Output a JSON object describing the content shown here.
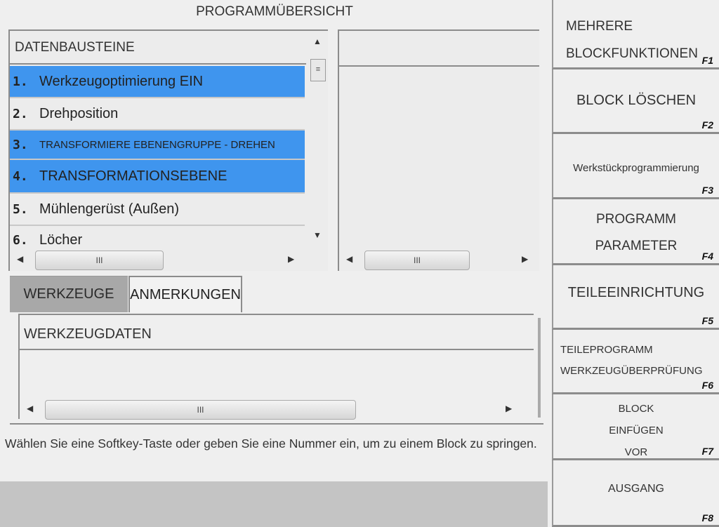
{
  "title": "PROGRAMMÜBERSICHT",
  "blocks_header": "DATENBAUSTEINE",
  "blocks": [
    {
      "num": "1.",
      "label": "Werkzeugoptimierung EIN",
      "selected": true
    },
    {
      "num": "2.",
      "label": "Drehposition",
      "selected": false
    },
    {
      "num": "3.",
      "label": "TRANSFORMIERE EBENENGRUPPE - DREHEN",
      "selected": true
    },
    {
      "num": "4.",
      "label": "TRANSFORMATIONSEBENE",
      "selected": true
    },
    {
      "num": "5.",
      "label": "Mühlengerüst (Außen)",
      "selected": false
    },
    {
      "num": "6.",
      "label": "Löcher",
      "selected": false
    }
  ],
  "scroll_thumb_glyph": "III",
  "tabs": {
    "tools": "WERKZEUGE",
    "notes": "ANMERKUNGEN"
  },
  "tool_data_header": "WERKZEUGDATEN",
  "message": "Wählen Sie eine Softkey-Taste oder geben Sie eine Nummer ein, um zu einem Block zu springen.",
  "fkeys": [
    {
      "code": "F1",
      "lines": [
        "MEHRERE",
        "BLOCKFUNKTIONEN"
      ]
    },
    {
      "code": "F2",
      "lines": [
        "BLOCK LÖSCHEN"
      ]
    },
    {
      "code": "F3",
      "lines": [
        "Werkstückprogrammierung"
      ]
    },
    {
      "code": "F4",
      "lines": [
        "PROGRAMM",
        "PARAMETER"
      ]
    },
    {
      "code": "F5",
      "lines": [
        "TEILEEINRICHTUNG"
      ]
    },
    {
      "code": "F6",
      "lines": [
        "TEILEPROGRAMM",
        "WERKZEUGÜBERPRÜFUNG"
      ]
    },
    {
      "code": "F7",
      "lines": [
        "BLOCK",
        "EINFÜGEN",
        "VOR"
      ]
    },
    {
      "code": "F8",
      "lines": [
        "AUSGANG"
      ]
    }
  ],
  "colors": {
    "selection": "#3f95ee",
    "background": "#efefef",
    "footer": "#c4c4c4",
    "active_tab": "#a8a8a8"
  }
}
